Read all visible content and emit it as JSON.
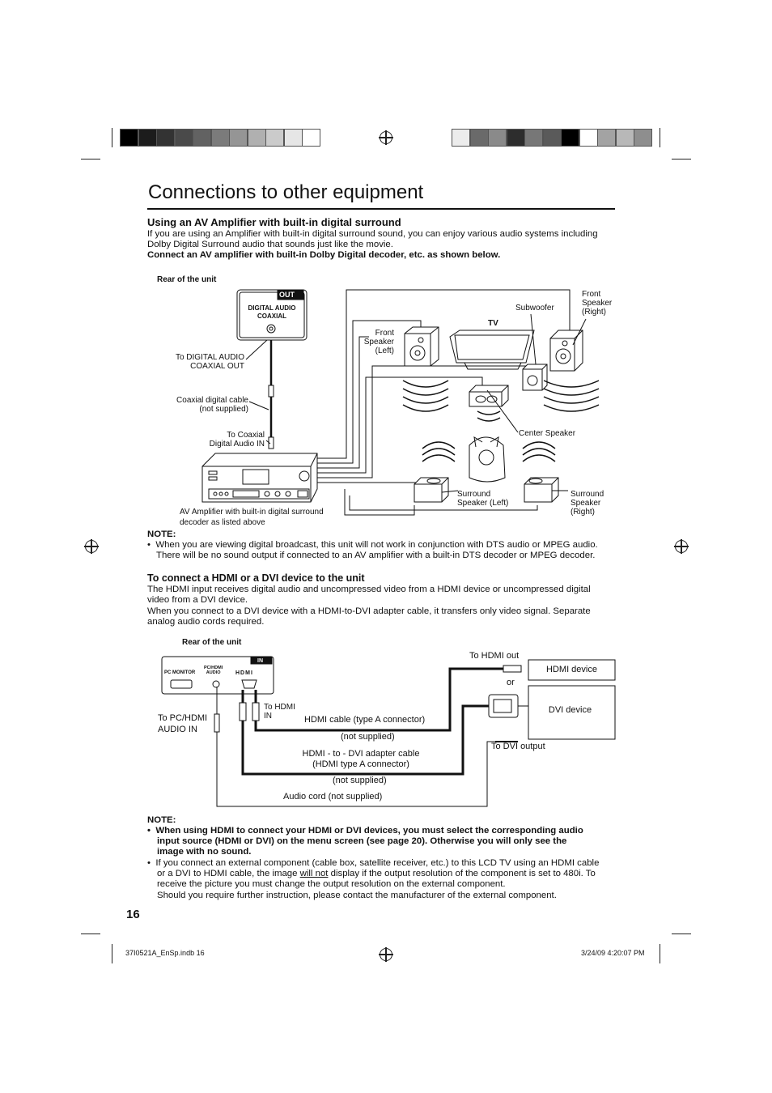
{
  "page": {
    "title": "Connections to other equipment",
    "page_number": "16",
    "footer_left": "37I0521A_EnSp.indb   16",
    "footer_right": "3/24/09   4:20:07 PM"
  },
  "color_bar_left": [
    "#000000",
    "#1c1c1c",
    "#333333",
    "#4a4a4a",
    "#626262",
    "#7b7b7b",
    "#959595",
    "#b0b0b0",
    "#cbcbcb",
    "#e6e6e6",
    "#ffffff"
  ],
  "color_bar_right": [
    "#ececec",
    "#6a6a6a",
    "#8a8a8a",
    "#2d2d2d",
    "#777777",
    "#5a5a5a",
    "#000000",
    "#ffffff",
    "#a3a3a3",
    "#b8b8b8",
    "#8e8e8e"
  ],
  "section_amp": {
    "heading": "Using an AV Amplifier with built-in digital surround",
    "text": "If you are using an Amplifier with built-in digital surround sound, you can enjoy various audio systems including Dolby Digital Surround audio that sounds just like the movie.",
    "bold_text": "Connect an AV amplifier with built-in Dolby Digital decoder, etc. as shown below."
  },
  "diagram1": {
    "rear_label": "Rear of the unit",
    "out_label": "OUT",
    "panel_line1": "DIGITAL AUDIO",
    "panel_line2": "COAXIAL",
    "to_digital_1": "To DIGITAL AUDIO",
    "to_digital_2": "COAXIAL OUT",
    "coax_cable_1": "Coaxial digital cable",
    "coax_cable_2": "(not supplied)",
    "to_coax_1": "To Coaxial",
    "to_coax_2": "Digital Audio IN",
    "amp_1": "AV Amplifier with built-in digital surround",
    "amp_2": "decoder as listed above",
    "tv": "TV",
    "subwoofer": "Subwoofer",
    "front_right_1": "Front",
    "front_right_2": "Speaker",
    "front_right_3": "(Right)",
    "front_left_1": "Front",
    "front_left_2": "Speaker",
    "front_left_3": "(Left)",
    "center": "Center Speaker",
    "surround_left_1": "Surround",
    "surround_left_2": "Speaker (Left)",
    "surround_right_1": "Surround",
    "surround_right_2": "Speaker",
    "surround_right_3": "(Right)"
  },
  "note1": {
    "title": "NOTE:",
    "bullet_line1": "When you are viewing digital broadcast, this unit will not work in conjunction with DTS audio or MPEG audio.",
    "bullet_line2": "There will be no sound output if connected to an AV amplifier with a built-in DTS decoder or MPEG decoder."
  },
  "section_hdmi": {
    "heading": "To connect a HDMI or a DVI device to the unit",
    "p1": "The HDMI input receives digital audio and uncompressed video from a HDMI device or uncompressed digital video from a DVI device.",
    "p2": "When you connect to a DVI device with a HDMI-to-DVI adapter cable, it transfers only video signal. Separate analog audio cords required."
  },
  "diagram2": {
    "rear_label": "Rear of the unit",
    "in_label": "IN",
    "pc_monitor": "PC MONITOR",
    "pc_hdmi_1": "PC/HDMI",
    "pc_hdmi_2": "AUDIO",
    "hdmi_logo": "HDMI",
    "to_hdmi_in_1": "To HDMI",
    "to_hdmi_in_2": "IN",
    "to_pc_1": "To PC/HDMI",
    "to_pc_2": "AUDIO IN",
    "to_hdmi_out": "To HDMI out",
    "or": "or",
    "hdmi_device": "HDMI device",
    "dvi_device": "DVI device",
    "to_dvi_output": "To DVI output",
    "hdmi_cable": "HDMI cable (type A connector)",
    "not_supplied_1": "(not supplied)",
    "adapter_1": "HDMI - to - DVI adapter cable",
    "adapter_2": "(HDMI type A connector)",
    "not_supplied_2": "(not supplied)",
    "audio_cord": "Audio cord (not supplied)"
  },
  "note2": {
    "title": "NOTE:",
    "b1_line1": "When using HDMI to connect your HDMI or DVI devices, you must select the corresponding audio",
    "b1_line2": "input source (HDMI or DVI) on the menu screen (see page 20). Otherwise you will only see the",
    "b1_line3": "image with no sound.",
    "b2_line1": "If you connect an external component (cable box, satellite receiver, etc.) to this LCD TV using an HDMI cable",
    "b2_line2a": "or a DVI to HDMI cable, the image ",
    "b2_line2u": "will not",
    "b2_line2b": " display if the output resolution of the component is set to 480i. To",
    "b2_line3": "receive the picture you must change the output resolution on the external component.",
    "b2_line4": "Should you require further instruction, please contact the manufacturer of the external component."
  }
}
